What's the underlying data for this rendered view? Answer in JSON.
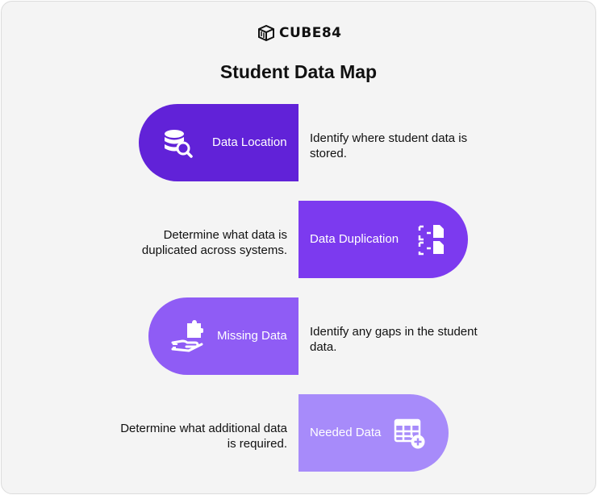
{
  "brand": {
    "name": "CUBE84"
  },
  "title": "Student Data Map",
  "colors": {
    "step1": "#6122d8",
    "step2": "#7c3aef",
    "step3": "#8f5cf5",
    "step4": "#a78bfa"
  },
  "steps": [
    {
      "label": "Data Location",
      "icon": "database-search-icon",
      "description": "Identify where student data is stored."
    },
    {
      "label": "Data Duplication",
      "icon": "duplicate-files-icon",
      "description": "Determine what data is duplicated across systems."
    },
    {
      "label": "Missing Data",
      "icon": "hand-puzzle-piece-icon",
      "description": "Identify any gaps in the student data."
    },
    {
      "label": "Needed Data",
      "icon": "table-add-icon",
      "description": "Determine what additional data is required."
    }
  ]
}
